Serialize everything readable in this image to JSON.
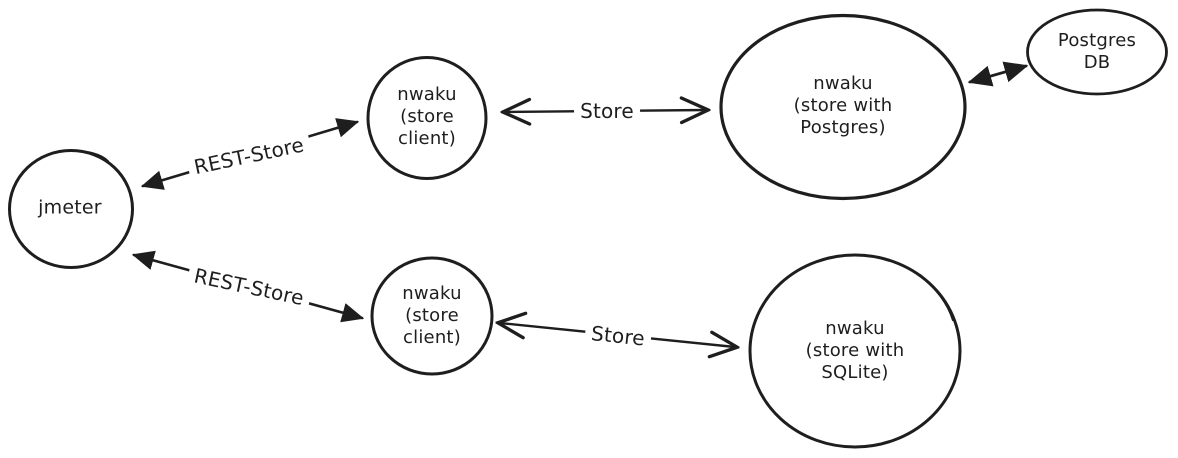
{
  "canvas": {
    "background": "#ffffff",
    "stroke_color": "#1e1e1e"
  },
  "nodes": {
    "jmeter": {
      "label": "jmeter"
    },
    "client_top": {
      "label": "nwaku\n(store\nclient)"
    },
    "store_postgres": {
      "label": "nwaku\n(store with\nPostgres)"
    },
    "postgres_db": {
      "label": "Postgres\nDB"
    },
    "client_bottom": {
      "label": "nwaku\n(store\nclient)"
    },
    "store_sqlite": {
      "label": "nwaku\n(store with\nSQLite)"
    }
  },
  "edges": {
    "rest_store_top": {
      "label": "REST-Store"
    },
    "rest_store_bottom": {
      "label": "REST-Store"
    },
    "store_top": {
      "label": "Store"
    },
    "store_bottom": {
      "label": "Store"
    }
  }
}
